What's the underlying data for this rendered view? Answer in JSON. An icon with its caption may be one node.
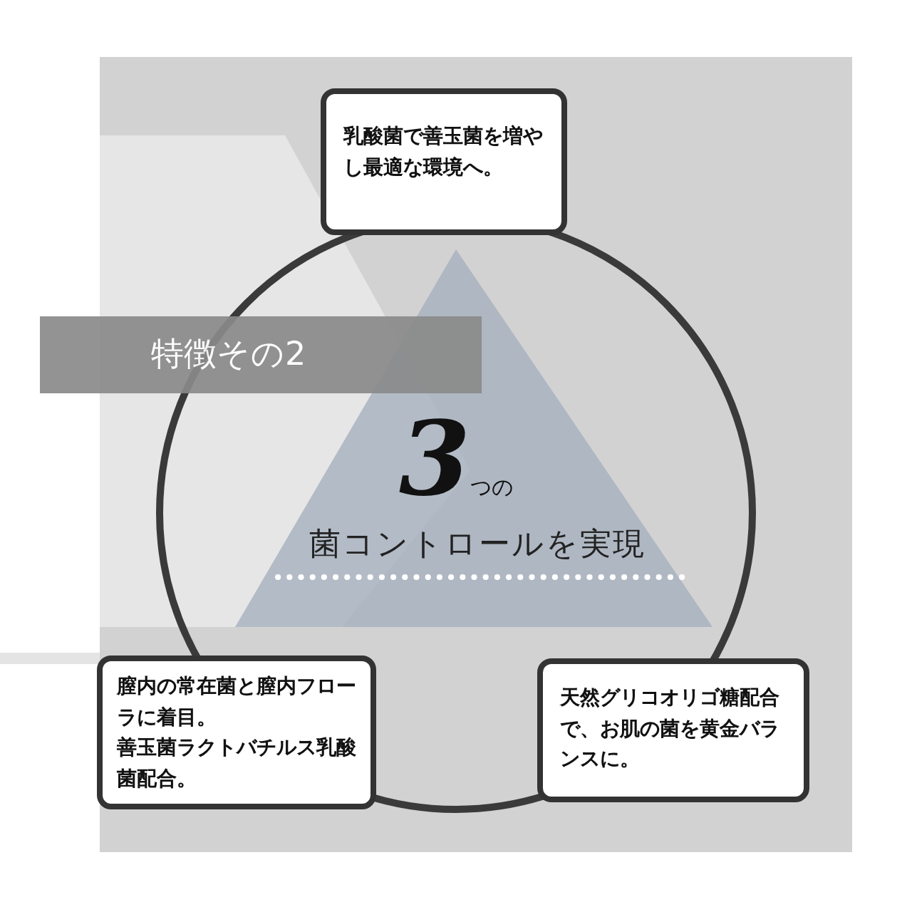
{
  "diagram": {
    "nodes": [
      {
        "text": [
          "乳酸菌で善玉菌を増やし最適な環境へ。"
        ]
      },
      {
        "text": [
          "膣内の常在菌と膣内フローラに着目。",
          "善玉菌ラクトバチルス乳酸菌配合。"
        ]
      },
      {
        "text": [
          "天然グリコオリゴ糖配合で、お肌の菌を黄金バランスに。"
        ]
      }
    ],
    "edges": [],
    "labels": [
      "特徴その2",
      "3つの",
      "菌コントロールを実現"
    ]
  }
}
